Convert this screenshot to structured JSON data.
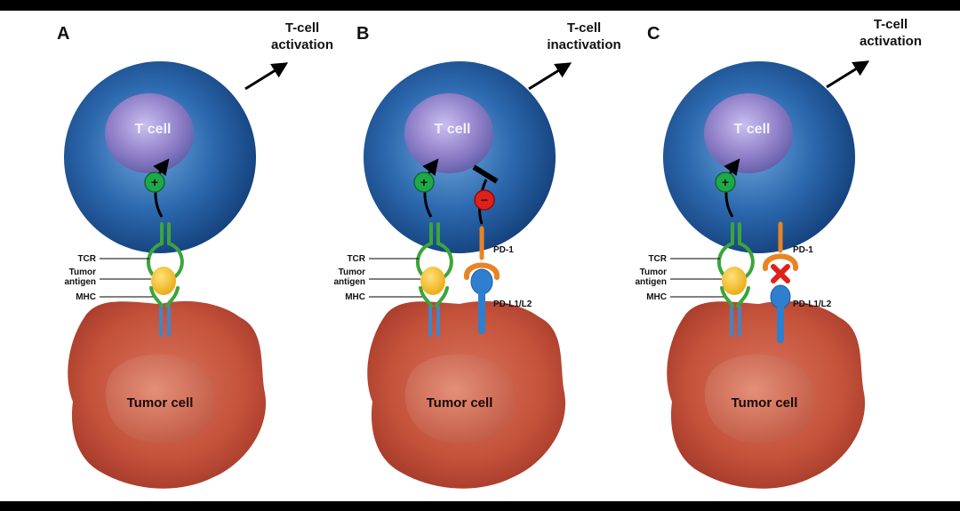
{
  "colors": {
    "t_cell_outer": "#1f5596",
    "t_cell_inner": "#8f7fc8",
    "tumor_cell": "#c8563f",
    "tcr": "#3aa53a",
    "tumor_antigen": "#f2b81c",
    "mhc": "#3f86c9",
    "pd1": "#e98324",
    "pdl": "#2f7fd0",
    "plus_circle": "#1fa84a",
    "minus_circle": "#e0201b",
    "block_x": "#e0201b"
  },
  "panels": [
    {
      "letter": "A",
      "outcome": [
        "T-cell",
        "activation"
      ],
      "t_cell_label": "T cell",
      "tumor_cell_label": "Tumor cell",
      "labels": {
        "tcr": "TCR",
        "antigen": [
          "Tumor",
          "antigen"
        ],
        "mhc": "MHC"
      },
      "signal_icon": "plus-circle-icon",
      "signal_symbol": "+"
    },
    {
      "letter": "B",
      "outcome": [
        "T-cell",
        "inactivation"
      ],
      "t_cell_label": "T cell",
      "tumor_cell_label": "Tumor cell",
      "labels": {
        "tcr": "TCR",
        "antigen": [
          "Tumor",
          "antigen"
        ],
        "mhc": "MHC",
        "pd1": "PD-1",
        "pdl": "PD-L1/L2"
      },
      "signal_icon": "plus-circle-icon",
      "signal_symbol": "+",
      "inhibit_icon": "minus-circle-icon",
      "inhibit_symbol": "−"
    },
    {
      "letter": "C",
      "outcome": [
        "T-cell",
        "activation"
      ],
      "t_cell_label": "T cell",
      "tumor_cell_label": "Tumor cell",
      "labels": {
        "tcr": "TCR",
        "antigen": [
          "Tumor",
          "antigen"
        ],
        "mhc": "MHC",
        "pd1": "PD-1",
        "pdl": "PD-L1/L2"
      },
      "signal_icon": "plus-circle-icon",
      "signal_symbol": "+",
      "block_icon": "cross-icon"
    }
  ]
}
